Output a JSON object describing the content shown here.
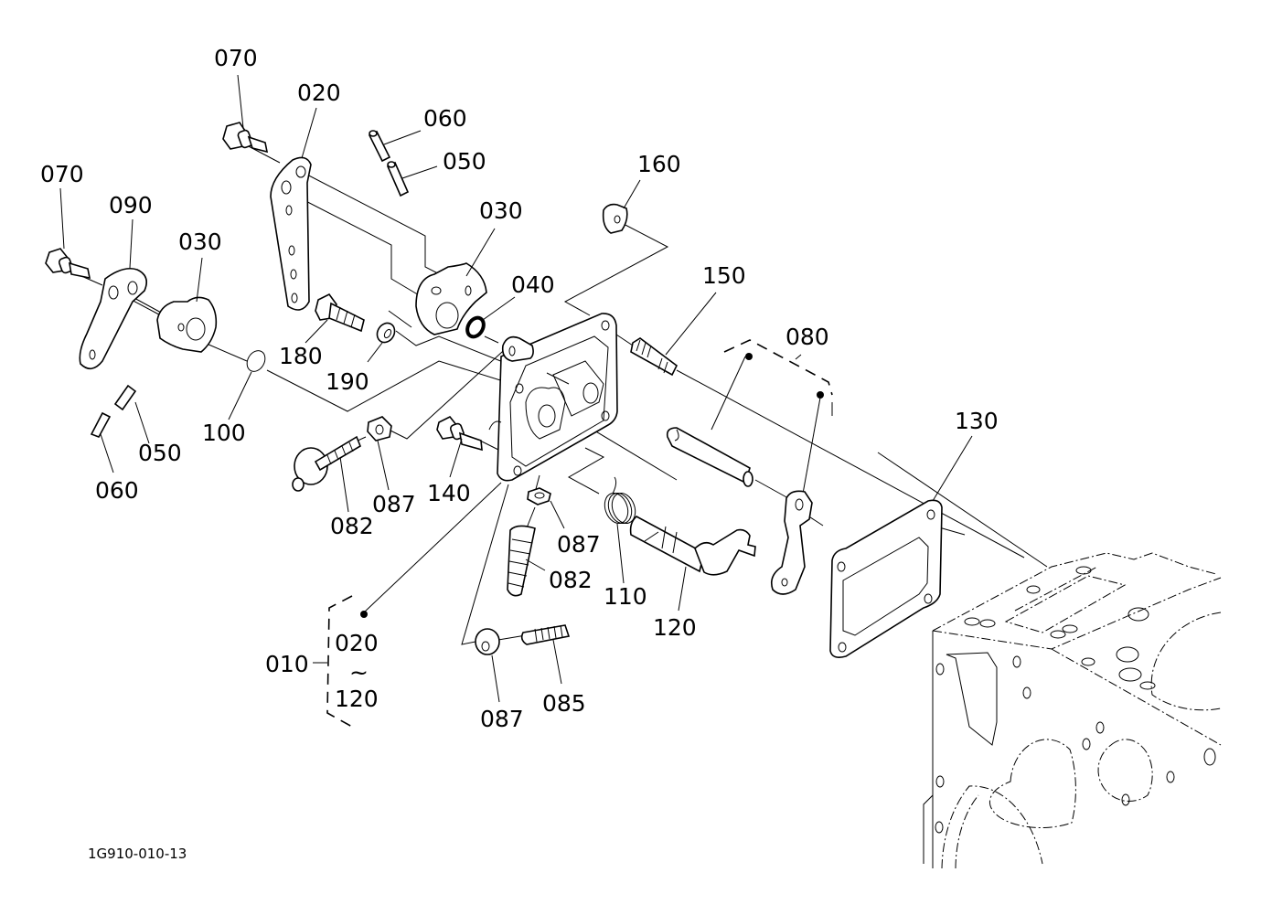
{
  "diagram": {
    "drawing_code": "1G910-010-13",
    "callouts": [
      {
        "id": "c070a",
        "label": "070"
      },
      {
        "id": "c020",
        "label": "020"
      },
      {
        "id": "c060a",
        "label": "060"
      },
      {
        "id": "c050a",
        "label": "050"
      },
      {
        "id": "c160",
        "label": "160"
      },
      {
        "id": "c070b",
        "label": "070"
      },
      {
        "id": "c090",
        "label": "090"
      },
      {
        "id": "c030a",
        "label": "030"
      },
      {
        "id": "c030b",
        "label": "030"
      },
      {
        "id": "c040",
        "label": "040"
      },
      {
        "id": "c150",
        "label": "150"
      },
      {
        "id": "c080",
        "label": "080"
      },
      {
        "id": "c180",
        "label": "180"
      },
      {
        "id": "c190",
        "label": "190"
      },
      {
        "id": "c100",
        "label": "100"
      },
      {
        "id": "c130",
        "label": "130"
      },
      {
        "id": "c050b",
        "label": "050"
      },
      {
        "id": "c060b",
        "label": "060"
      },
      {
        "id": "c082a",
        "label": "082"
      },
      {
        "id": "c087a",
        "label": "087"
      },
      {
        "id": "c140",
        "label": "140"
      },
      {
        "id": "c087b",
        "label": "087"
      },
      {
        "id": "c082b",
        "label": "082"
      },
      {
        "id": "c110",
        "label": "110"
      },
      {
        "id": "c120",
        "label": "120"
      },
      {
        "id": "c087c",
        "label": "087"
      },
      {
        "id": "c085",
        "label": "085"
      }
    ],
    "assembly_group": {
      "label": "010",
      "range_start": "020",
      "range_sep": "~",
      "range_end": "120"
    }
  }
}
